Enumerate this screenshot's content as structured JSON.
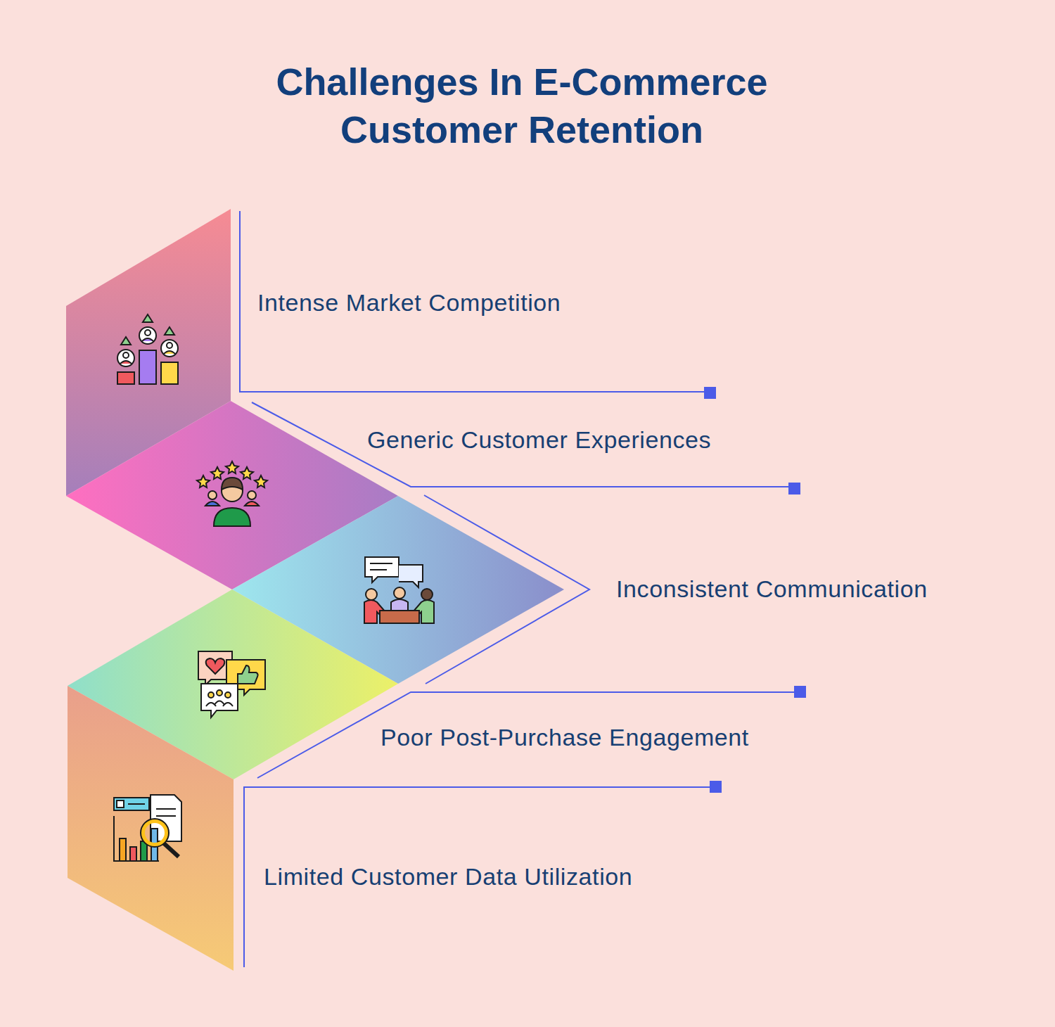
{
  "diagram": {
    "title": "Challenges In E-Commerce Customer Retention",
    "labels": [
      "Intense Market Competition",
      "Generic Customer Experiences",
      "Inconsistent Communication",
      "Poor Post-Purchase Engagement",
      "Limited Customer Data Utilization"
    ]
  }
}
